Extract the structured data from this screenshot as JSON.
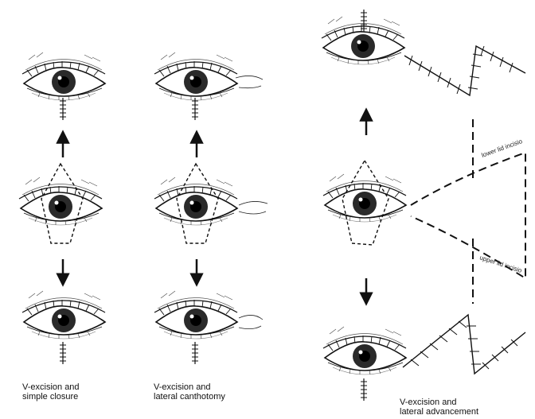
{
  "panels": [
    {
      "id": "simple-closure",
      "caption_line1": "V-excision and",
      "caption_line2": "simple closure"
    },
    {
      "id": "lateral-canthotomy",
      "caption_line1": "V-excision and",
      "caption_line2": "lateral canthotomy"
    },
    {
      "id": "lateral-advancement",
      "caption_line1": "V-excision and",
      "caption_line2": "lateral advancement"
    }
  ],
  "incision_labels": {
    "lower": "lower lid incisio",
    "upper": "upper lid incisio"
  },
  "colors": {
    "ink": "#111111",
    "iris": "#2a2a2a",
    "pupil": "#000000",
    "background": "#ffffff"
  }
}
